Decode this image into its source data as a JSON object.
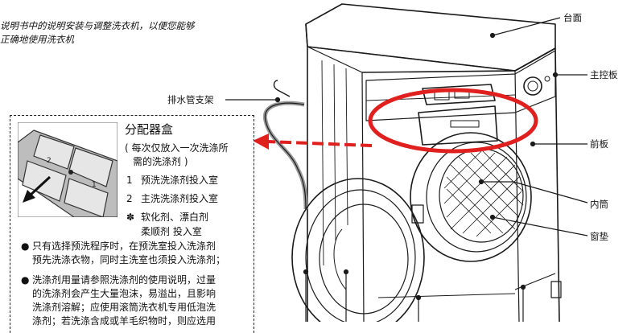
{
  "intro": {
    "line1": "说明书中的说明安装与调整洗衣机，以便您能够",
    "line2": "正确地使用洗衣机"
  },
  "labels": {
    "top_cover": "台面",
    "control_panel": "主控板",
    "drain_hose_bracket": "排水管支架",
    "front_panel": "前板",
    "inner_drum": "内筒",
    "door_gasket": "窗垫"
  },
  "dispenser": {
    "title": "分配器盒",
    "subtitle_line1": "( 每次仅放入一次洗涤所",
    "subtitle_line2": "需的洗涤剂 )",
    "items": [
      {
        "marker": "1",
        "text": "预洗洗涤剂投入室"
      },
      {
        "marker": "2",
        "text": "主洗洗涤剂投入室"
      },
      {
        "marker": "✽",
        "text": "软化剂、漂白剂",
        "text2": "柔顺剂   投入室"
      }
    ],
    "inset_labels": [
      "2",
      "1"
    ],
    "notes": [
      {
        "line1": "只有选择预洗程序时，在预洗室投入洗涤剂",
        "line2": "预先洗涤衣物，同时主洗室也须投入洗涤剂；"
      },
      {
        "line1": "洗涤剂用量请参照洗涤剂的使用说明，过量",
        "line2": "的洗涤剂会产生大量泡沫，易溢出，且影响",
        "line3": "洗涤剂溶解；应使用滚筒洗衣机专用低泡洗",
        "line4": "涤剂；若洗涤含成或羊毛织物时，则应选用"
      }
    ]
  },
  "colors": {
    "highlight": "#e0201e",
    "line": "#1a1a1a"
  }
}
